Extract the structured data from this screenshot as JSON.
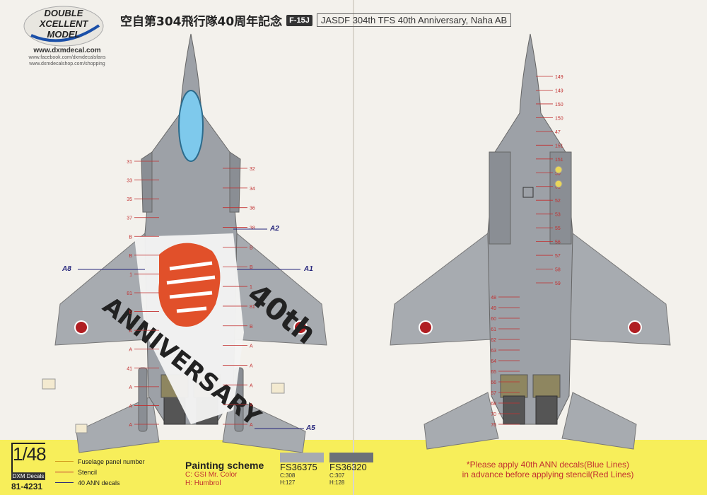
{
  "brand": {
    "logo_line1": "DOUBLE",
    "logo_line2": "XCELLENT",
    "logo_line3": "MODEL",
    "url_main": "www.dxmdecal.com",
    "url_facebook": "www.facebook.com/dxmdecalsfans",
    "url_shop": "www.dxmdecalshop.com/shopping"
  },
  "title": {
    "japanese": "空自第304飛行隊40周年記念",
    "badge": "F-15J",
    "english": "JASDF 304th TFS 40th Anniversary, Naha AB"
  },
  "top_view": {
    "callouts_left": [
      "31",
      "33",
      "35",
      "37",
      "B",
      "B",
      "1",
      "81",
      "B",
      "A",
      "A",
      "41",
      "A",
      "A",
      "A"
    ],
    "callouts_right": [
      "32",
      "34",
      "36",
      "38",
      "B",
      "B",
      "1",
      "81",
      "B",
      "A",
      "A",
      "A",
      "A",
      "A"
    ],
    "art_text_1": "40th",
    "art_text_2": "ANNIVERSARY"
  },
  "ann_labels": {
    "a1": "A1",
    "a2": "A2",
    "a5": "A5",
    "a8": "A8"
  },
  "bottom_view": {
    "callouts_top": [
      "149",
      "149",
      "150",
      "150",
      "47",
      "151",
      "151",
      "50",
      "51",
      "52",
      "53",
      "55",
      "56",
      "57",
      "58",
      "59"
    ],
    "callouts_bottom": [
      "48",
      "49",
      "60",
      "61",
      "62",
      "63",
      "64",
      "65",
      "66",
      "67",
      "68",
      "70",
      "76"
    ]
  },
  "scale": {
    "ratio": "1/48",
    "label": "DXM Decals",
    "catalog": "81-4231"
  },
  "legend": [
    {
      "label": "Fuselage panel number",
      "color": "#d4a020"
    },
    {
      "label": "Stencil",
      "color": "#c23030"
    },
    {
      "label": "40 ANN decals",
      "color": "#23237a"
    }
  ],
  "painting": {
    "title": "Painting scheme",
    "note_c": "C: GSI Mr. Color",
    "note_h": "H: Humbrol",
    "swatches": [
      {
        "code": "FS36375",
        "c": "C:308",
        "h": "H:127",
        "color": "#a7abb0"
      },
      {
        "code": "FS36320",
        "c": "C:307",
        "h": "H:128",
        "color": "#6d7178"
      }
    ]
  },
  "note": {
    "line1": "*Please apply 40th ANN decals(Blue Lines)",
    "line2": "in advance before applying stencil(Red Lines)"
  },
  "colors": {
    "aircraft_light": "#a7abb0",
    "aircraft_dark": "#6d7178",
    "stencil": "#c23030",
    "ann": "#23237a",
    "panel": "#d4a020",
    "bottom_bar": "#f7ee5a"
  }
}
